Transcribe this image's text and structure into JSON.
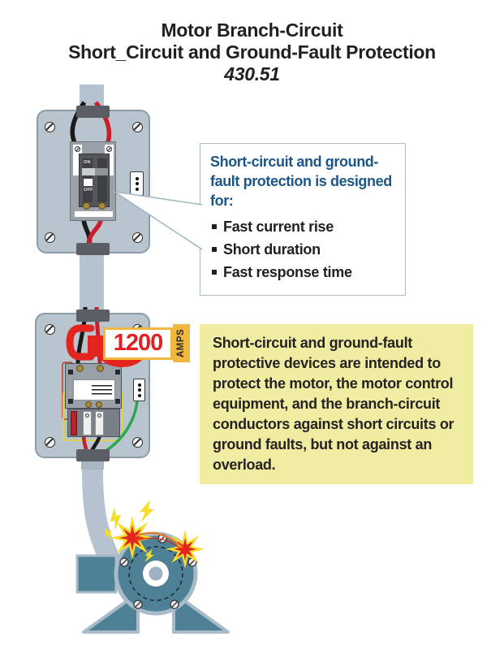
{
  "title": {
    "line1": "Motor Branch-Circuit",
    "line2": "Short_Circuit and Ground-Fault Protection",
    "code": "430.51"
  },
  "breaker": {
    "on": "ON",
    "off": "OFF"
  },
  "callout": {
    "heading": "Short-circuit and ground-fault protection is designed for:",
    "bullets": [
      "Fast current rise",
      "Short duration",
      "Fast response time"
    ]
  },
  "ammeter": {
    "value": "1200",
    "unit": "AMPS"
  },
  "note": "Short-circuit and ground-fault protective devices are intended to protect the motor, the motor control equipment, and the branch-circuit conductors against short circuits or ground faults, but not against an overload.",
  "colors": {
    "panel": "#b9c5ce",
    "conduit": "#b4c3cf",
    "motor_teal": "#4e8096",
    "motor_rim": "#a9bbc8",
    "note_bg": "#f0eca2",
    "heading_blue": "#1c5687",
    "ammeter_red": "#e31f21",
    "ammeter_gold": "#f0b83e",
    "wire_black": "#1a1a1a",
    "wire_red": "#c8202a",
    "wire_green": "#2aa84e",
    "explosion_red": "#e3241f",
    "explosion_yellow": "#f4dd2b"
  }
}
